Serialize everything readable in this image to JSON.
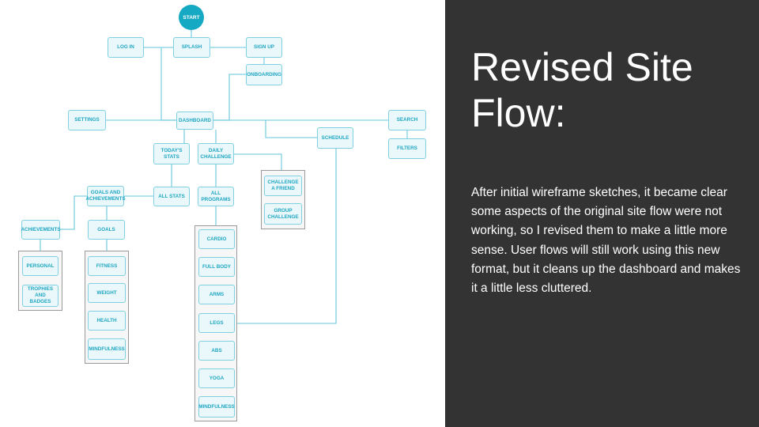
{
  "panel": {
    "title": "Revised Site Flow:",
    "description": "After initial wireframe sketches, it became clear some aspects of the original site flow were not working, so I revised them to make a little more sense. User flows will still work using this new format, but it cleans up the dashboard and makes it a little less cluttered."
  },
  "diagram": {
    "start": "START",
    "nodes": {
      "login": "LOG IN",
      "splash": "SPLASH",
      "signup": "SIGN UP",
      "onboarding": "ONBOARDING",
      "settings": "SETTINGS",
      "dashboard": "DASHBOARD",
      "search": "SEARCH",
      "filters": "FILTERS",
      "schedule": "SCHEDULE",
      "todays_stats": "TODAY'S STATS",
      "daily_challenge": "DAILY CHALLENGE",
      "challenge_friend": "CHALLENGE A FRIEND",
      "group_challenge": "GROUP CHALLENGE",
      "goals_achievements": "GOALS AND ACHIEVEMENTS",
      "all_stats": "ALL STATS",
      "all_programs": "ALL PROGRAMS",
      "achievements": "ACHIEVEMENTS",
      "goals": "GOALS",
      "personal": "PERSONAL",
      "trophies": "TROPHIES AND BADGES",
      "fitness": "FITNESS",
      "weight": "WEIGHT",
      "health": "HEALTH",
      "mindfulness_goal": "MINDFULNESS",
      "cardio": "CARDIO",
      "full_body": "FULL BODY",
      "arms": "ARMS",
      "legs": "LEGS",
      "abs": "ABS",
      "yoga": "YOGA",
      "mindfulness_program": "MINDFULNESS"
    }
  },
  "colors": {
    "node_fill": "#eaf8fb",
    "node_border": "#7fd0e0",
    "node_text": "#1fa6c2",
    "start_fill": "#16a9c4",
    "panel_bg": "#333333"
  }
}
